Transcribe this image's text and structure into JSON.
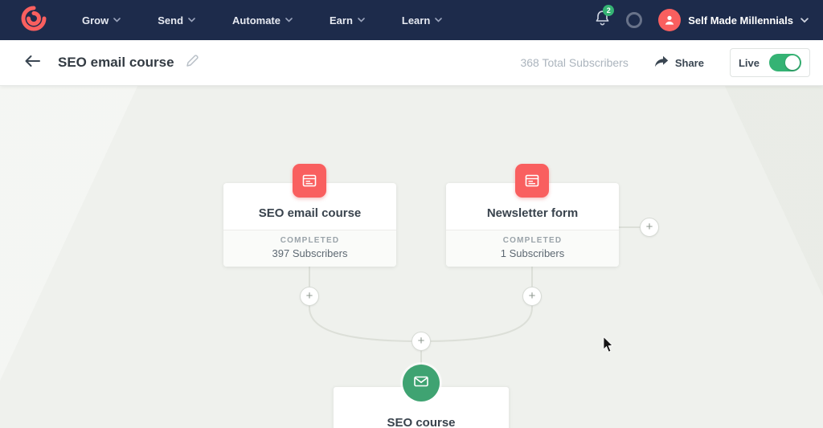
{
  "colors": {
    "navbar_bg": "#1d2b4b",
    "accent_coral": "#f95f5f",
    "toggle_green": "#35b374",
    "email_node_green": "#3fa372"
  },
  "navbar": {
    "items": [
      {
        "label": "Grow"
      },
      {
        "label": "Send"
      },
      {
        "label": "Automate"
      },
      {
        "label": "Earn"
      },
      {
        "label": "Learn"
      }
    ],
    "notification_count": "2",
    "account_name": "Self Made Millennials"
  },
  "header": {
    "title": "SEO email course",
    "total_subscribers": "368 Total Subscribers",
    "share_label": "Share",
    "live_label": "Live"
  },
  "canvas": {
    "add_label": "+",
    "nodes": [
      {
        "title": "SEO email course",
        "status": "COMPLETED",
        "subscribers": "397 Subscribers"
      },
      {
        "title": "Newsletter form",
        "status": "COMPLETED",
        "subscribers": "1 Subscribers"
      }
    ],
    "email_node": {
      "title": "SEO course"
    }
  }
}
